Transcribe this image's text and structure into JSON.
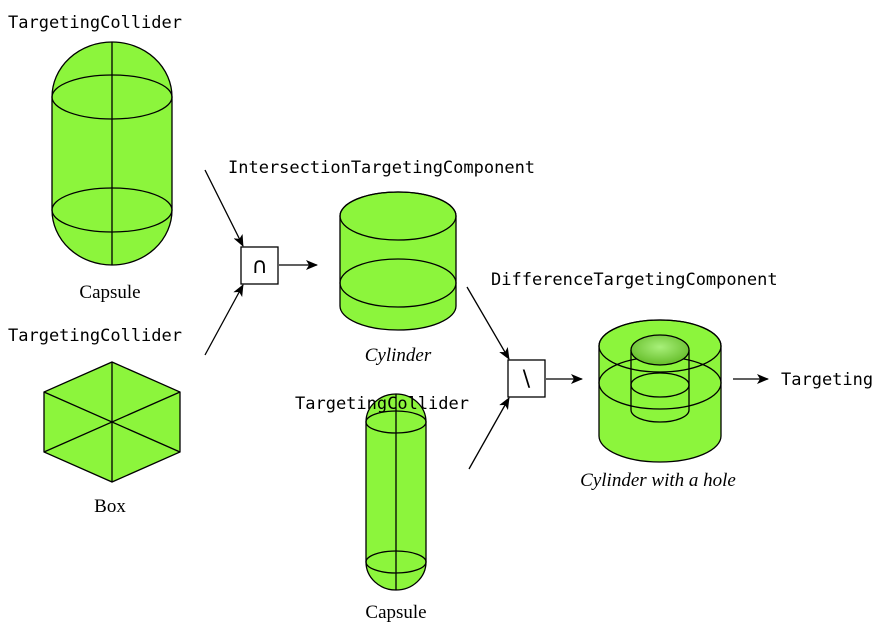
{
  "colors": {
    "shape_fill": "#8cf53c",
    "hole_fill": "#5fc91e",
    "line": "#000000",
    "background": "#ffffff"
  },
  "labels": {
    "collider_top": "TargetingCollider",
    "capsule_top_caption": "Capsule",
    "collider_mid": "TargetingCollider",
    "box_caption": "Box",
    "intersection_component": "IntersectionTargetingComponent",
    "intersection_symbol": "∩",
    "cylinder_caption": "Cylinder",
    "difference_component": "DifferenceTargetingComponent",
    "difference_symbol": "\\",
    "collider_bottom": "TargetingCollider",
    "capsule_bottom_caption": "Capsule",
    "hole_caption": "Cylinder with a hole",
    "output": "Targeting"
  },
  "icons": [
    "capsule-shape",
    "box-shape",
    "cylinder-shape",
    "thin-capsule-shape",
    "hollow-cylinder-shape"
  ]
}
